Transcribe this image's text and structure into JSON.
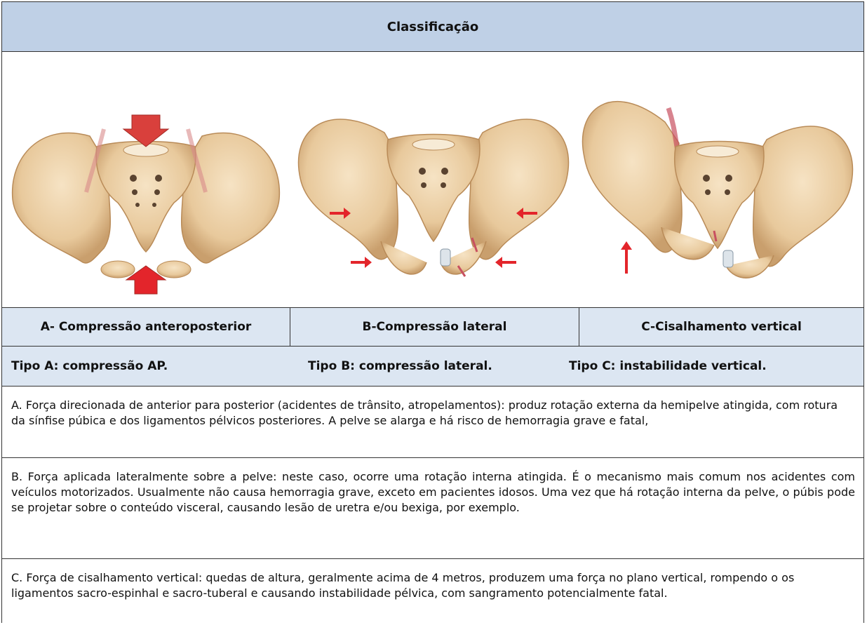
{
  "header": {
    "title": "Classificação"
  },
  "captions": [
    "A- Compressão anteroposterior",
    "B-Compressão lateral",
    "C-Cisalhamento vertical"
  ],
  "types": [
    "Tipo A: compressão AP.",
    "Tipo B: compressão lateral.",
    "Tipo C: instabilidade vertical."
  ],
  "descriptions": {
    "a": "A. Força direcionada de anterior para posterior (acidentes de trânsito, atropelamentos): produz rotação  externa da hemipelve atingida, com rotura da sínfise púbica e dos ligamentos pélvicos posteriores. A pelve se alarga e há risco de hemorragia grave e fatal,",
    "b": "B. Força aplicada lateralmente sobre a pelve: neste caso, ocorre uma rotação interna atingida. É o mecanismo mais comum nos acidentes com veículos motorizados. Usualmente não causa hemorragia grave, exceto em pacientes idosos. Uma vez que há rotação interna da pelve, o púbis pode se projetar sobre o conteúdo visceral, causando lesão de uretra e/ou bexiga, por exemplo.",
    "c": "C. Força de cisalhamento vertical: quedas de altura, geralmente acima de 4 metros, produzem uma força no  plano vertical, rompendo o os ligamentos sacro-espinhal e sacro-tuberal e causando instabilidade pélvica, com sangramento potencialmente fatal."
  },
  "colors": {
    "header_bg": "#bfd0e6",
    "caption_bg": "#dce6f2",
    "bone": "#ecd2ab",
    "bone_shade": "#c79d6c",
    "arrow_red": "#e3252b"
  },
  "illustrations": [
    "pelvis-ap-compression",
    "pelvis-lateral-compression",
    "pelvis-vertical-shear"
  ]
}
